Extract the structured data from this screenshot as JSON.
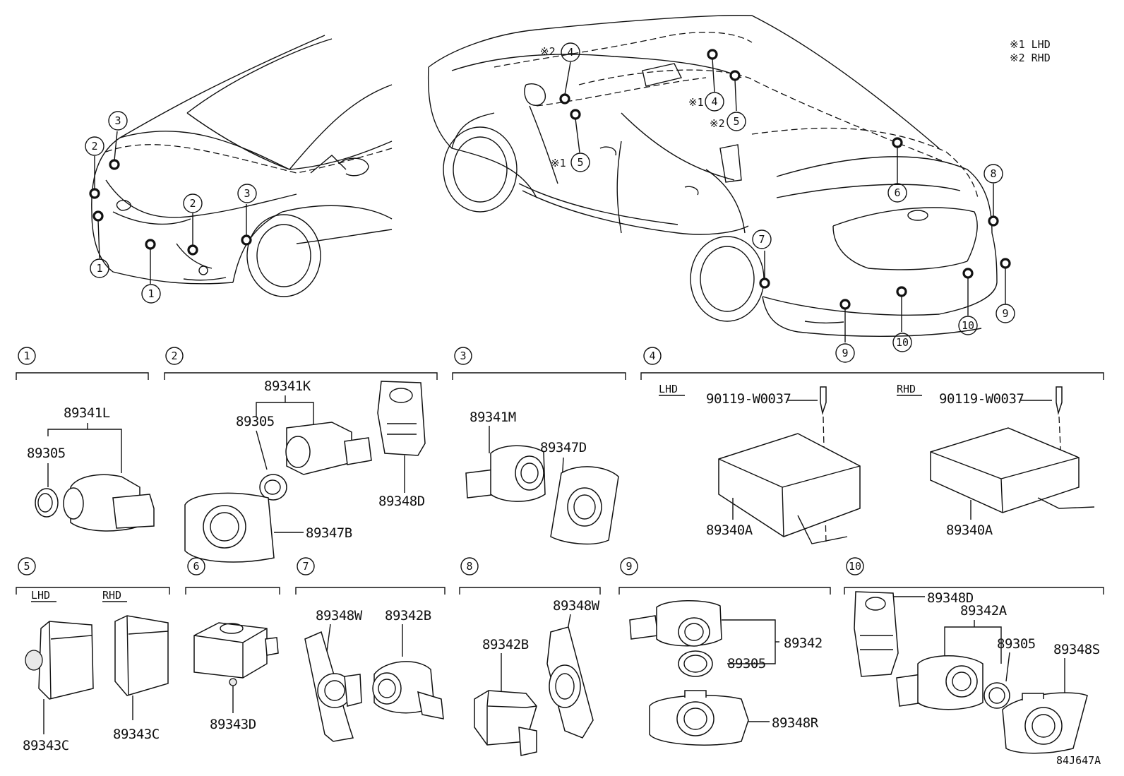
{
  "legend": {
    "note1": "※1 LHD",
    "note2": "※2 RHD"
  },
  "callouts": {
    "front": [
      "1",
      "1",
      "2",
      "2",
      "3",
      "3"
    ],
    "rear": [
      "4",
      "4",
      "5",
      "5",
      "6",
      "7",
      "8",
      "9",
      "9",
      "10",
      "10"
    ],
    "marks": [
      "※2",
      "※1",
      "※2",
      "※1"
    ]
  },
  "sections": [
    {
      "no": "1",
      "parts": [
        "89341L",
        "89305"
      ]
    },
    {
      "no": "2",
      "parts": [
        "89341K",
        "89305",
        "89348D",
        "89347B"
      ]
    },
    {
      "no": "3",
      "parts": [
        "89341M",
        "89347D"
      ]
    },
    {
      "no": "4",
      "sub": [
        "LHD",
        "RHD"
      ],
      "parts": [
        "90119-W0037",
        "89340A",
        "90119-W0037",
        "89340A"
      ]
    },
    {
      "no": "5",
      "sub": [
        "LHD",
        "RHD"
      ],
      "parts": [
        "89343C",
        "89343C"
      ]
    },
    {
      "no": "6",
      "parts": [
        "89343D"
      ]
    },
    {
      "no": "7",
      "parts": [
        "89348W",
        "89342B"
      ]
    },
    {
      "no": "8",
      "parts": [
        "89342B",
        "89348W"
      ]
    },
    {
      "no": "9",
      "parts": [
        "89342",
        "89305",
        "89348R"
      ]
    },
    {
      "no": "10",
      "parts": [
        "89348D",
        "89342A",
        "89305",
        "89348S"
      ]
    }
  ],
  "drawing_code": "84J647A"
}
